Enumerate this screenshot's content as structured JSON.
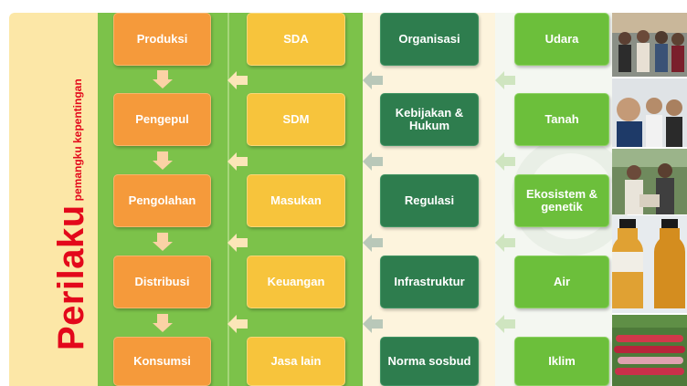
{
  "side": {
    "main": "Perilaku",
    "sub": "pemangku kepentingan"
  },
  "col1": [
    "Produksi",
    "Pengepul",
    "Pengolahan",
    "Distribusi",
    "Konsumsi"
  ],
  "col2": [
    "SDA",
    "SDM",
    "Masukan",
    "Keuangan",
    "Jasa lain"
  ],
  "col3": [
    "Organisasi",
    "Kebijakan & Hukum",
    "Regulasi",
    "Infrastruktur",
    "Norma sosbud"
  ],
  "col4": [
    "Udara",
    "Tanah",
    "Ekosistem & genetik",
    "Air",
    "Iklim"
  ],
  "colors": {
    "orange": "#f59a3b",
    "yellow": "#f7c43c",
    "dark_green": "#2e7d4e",
    "light_green": "#6cbf3b",
    "red": "#e3081b"
  },
  "photos": [
    "group-photo",
    "selfie-photo",
    "workshop-photo",
    "bottles-photo",
    "carrots-photo"
  ]
}
